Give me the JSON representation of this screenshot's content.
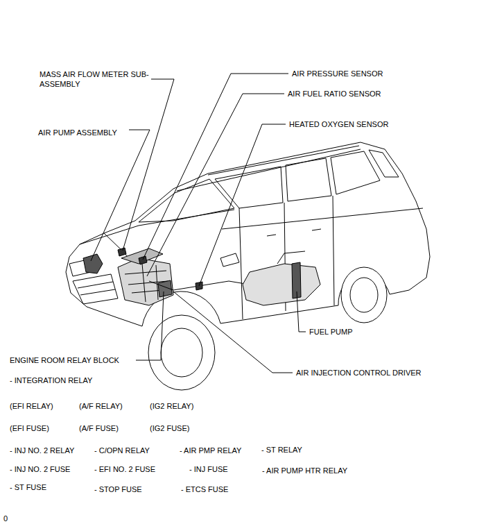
{
  "diagram": {
    "labels": [
      "MASS AIR FLOW METER SUB-ASSEMBLY",
      "AIR PRESSURE SENSOR",
      "AIR FUEL RATIO SENSOR",
      "HEATED OXYGEN SENSOR",
      "AIR PUMP ASSEMBLY",
      "FUEL PUMP",
      "ENGINE ROOM RELAY BLOCK",
      "AIR INJECTION CONTROL DRIVER",
      "- INTEGRATION RELAY",
      "(EFI RELAY)",
      "(A/F RELAY)",
      "(IG2 RELAY)",
      "(EFI FUSE)",
      "(A/F FUSE)",
      "(IG2 FUSE)",
      "- INJ NO. 2 RELAY",
      "- C/OPN RELAY",
      "- AIR PMP RELAY",
      "- ST RELAY",
      "- INJ NO. 2 FUSE",
      "- EFI NO. 2 FUSE",
      "- INJ FUSE",
      "- AIR PUMP HTR RELAY",
      "- ST FUSE",
      "- STOP FUSE",
      "- ETCS FUSE",
      "0"
    ]
  }
}
